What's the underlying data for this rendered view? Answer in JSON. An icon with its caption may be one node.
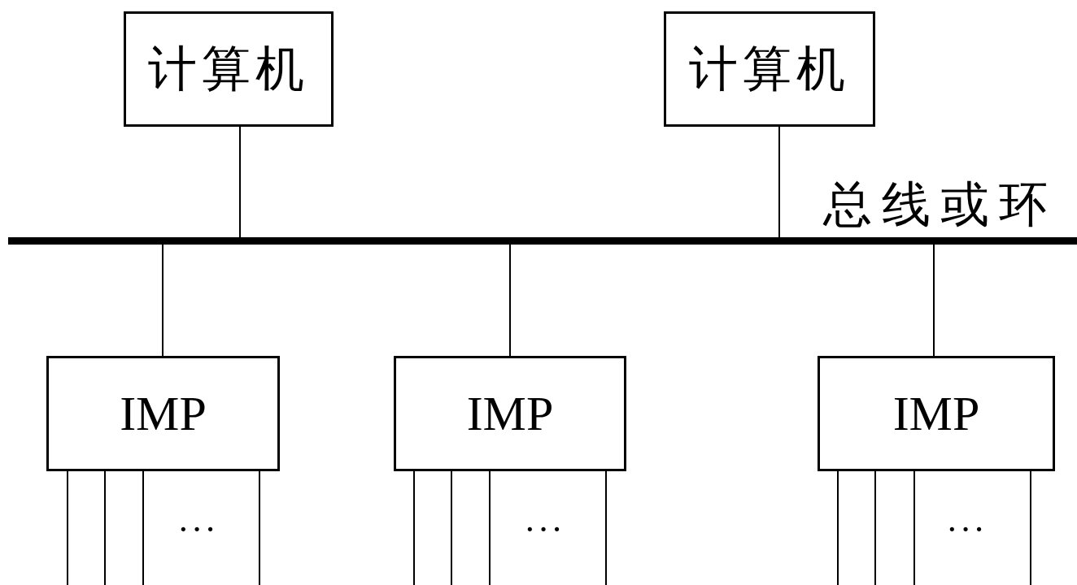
{
  "diagram": {
    "nodes": [
      {
        "text": [
          "计算机"
        ]
      },
      {
        "text": [
          "计算机"
        ]
      },
      {
        "text": [],
        "shape": "bar",
        "beside": [
          "总线或环"
        ]
      },
      {
        "text": [
          "IMP"
        ]
      },
      {
        "text": [
          "IMP"
        ]
      },
      {
        "text": [
          "IMP"
        ]
      }
    ],
    "edges": [
      {
        "from": 0,
        "to": 2,
        "arrow": "none"
      },
      {
        "from": 1,
        "to": 2,
        "arrow": "none"
      },
      {
        "from": 2,
        "to": 3,
        "arrow": "none"
      },
      {
        "from": 2,
        "to": 4,
        "arrow": "none"
      },
      {
        "from": 2,
        "to": 5,
        "arrow": "none"
      },
      {
        "from": 3,
        "to": null,
        "arrow": "none"
      },
      {
        "from": 3,
        "to": null,
        "arrow": "none"
      },
      {
        "from": 3,
        "to": null,
        "arrow": "none"
      },
      {
        "from": 3,
        "to": null,
        "arrow": "none"
      },
      {
        "from": 4,
        "to": null,
        "arrow": "none"
      },
      {
        "from": 4,
        "to": null,
        "arrow": "none"
      },
      {
        "from": 4,
        "to": null,
        "arrow": "none"
      },
      {
        "from": 4,
        "to": null,
        "arrow": "none"
      },
      {
        "from": 5,
        "to": null,
        "arrow": "none"
      },
      {
        "from": 5,
        "to": null,
        "arrow": "none"
      },
      {
        "from": 5,
        "to": null,
        "arrow": "none"
      },
      {
        "from": 5,
        "to": null,
        "arrow": "none"
      }
    ],
    "labels": [
      "···",
      "···",
      "···"
    ]
  }
}
